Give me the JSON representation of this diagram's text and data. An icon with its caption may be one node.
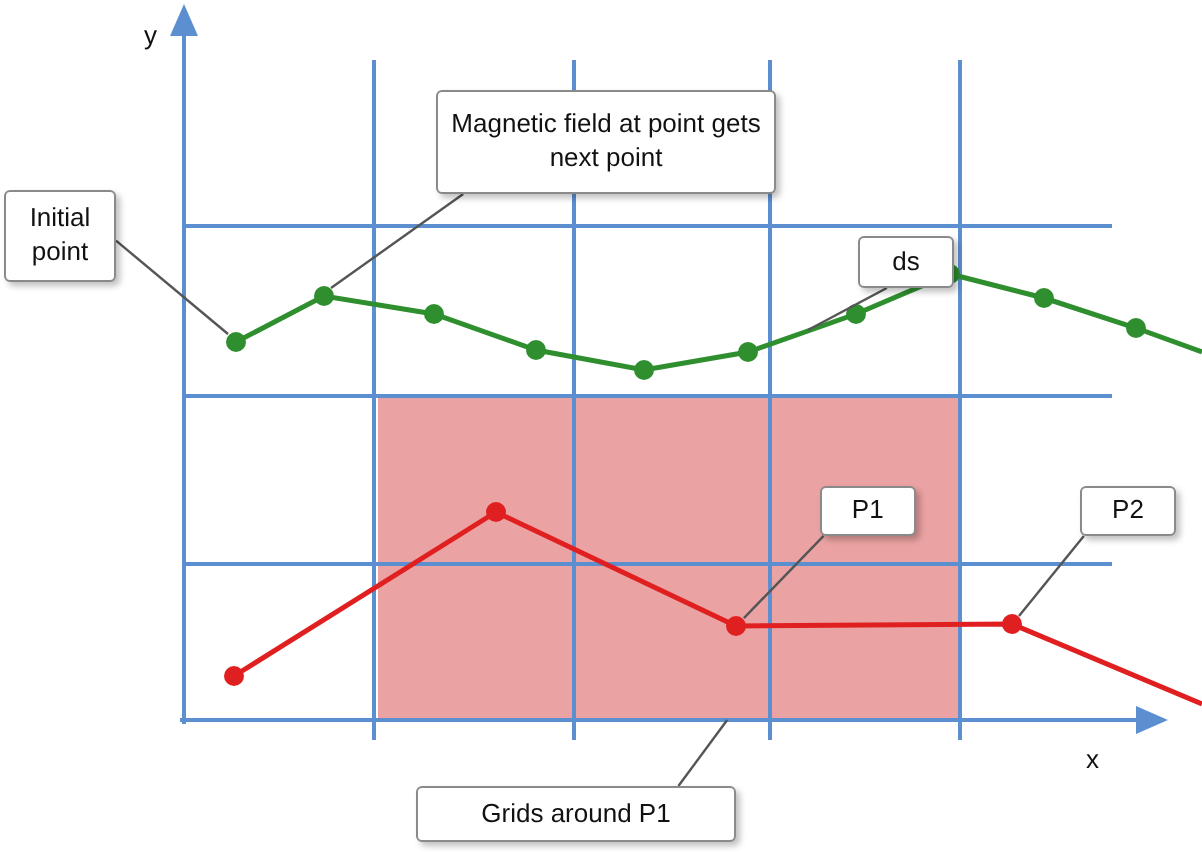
{
  "diagram": {
    "nodes": [
      {
        "text": [
          "Initial point"
        ]
      },
      {
        "text": [
          "Magnetic field at point gets next point"
        ]
      },
      {
        "text": [
          "ds"
        ]
      },
      {
        "text": [
          "P1"
        ],
        "in": 10
      },
      {
        "text": [
          "P2"
        ]
      },
      {
        "text": [
          "Grids around P1"
        ]
      },
      {
        "text": [],
        "shape": "circle"
      },
      {
        "text": [],
        "shape": "circle"
      },
      {
        "text": [],
        "shape": "circle",
        "in": 10
      },
      {
        "text": [],
        "shape": "circle"
      },
      {
        "text": [],
        "shape": "box"
      }
    ],
    "edges": [
      {
        "from": 0,
        "to": 6,
        "arrow": "none"
      },
      {
        "from": 1,
        "to": 7,
        "arrow": "none"
      },
      {
        "from": 2,
        "to": null,
        "arrow": "none"
      },
      {
        "from": 3,
        "to": 8,
        "arrow": "none"
      },
      {
        "from": 4,
        "to": 9,
        "arrow": "none"
      },
      {
        "from": 5,
        "to": 10,
        "arrow": "none"
      }
    ],
    "labels": [
      "y",
      "x"
    ]
  }
}
